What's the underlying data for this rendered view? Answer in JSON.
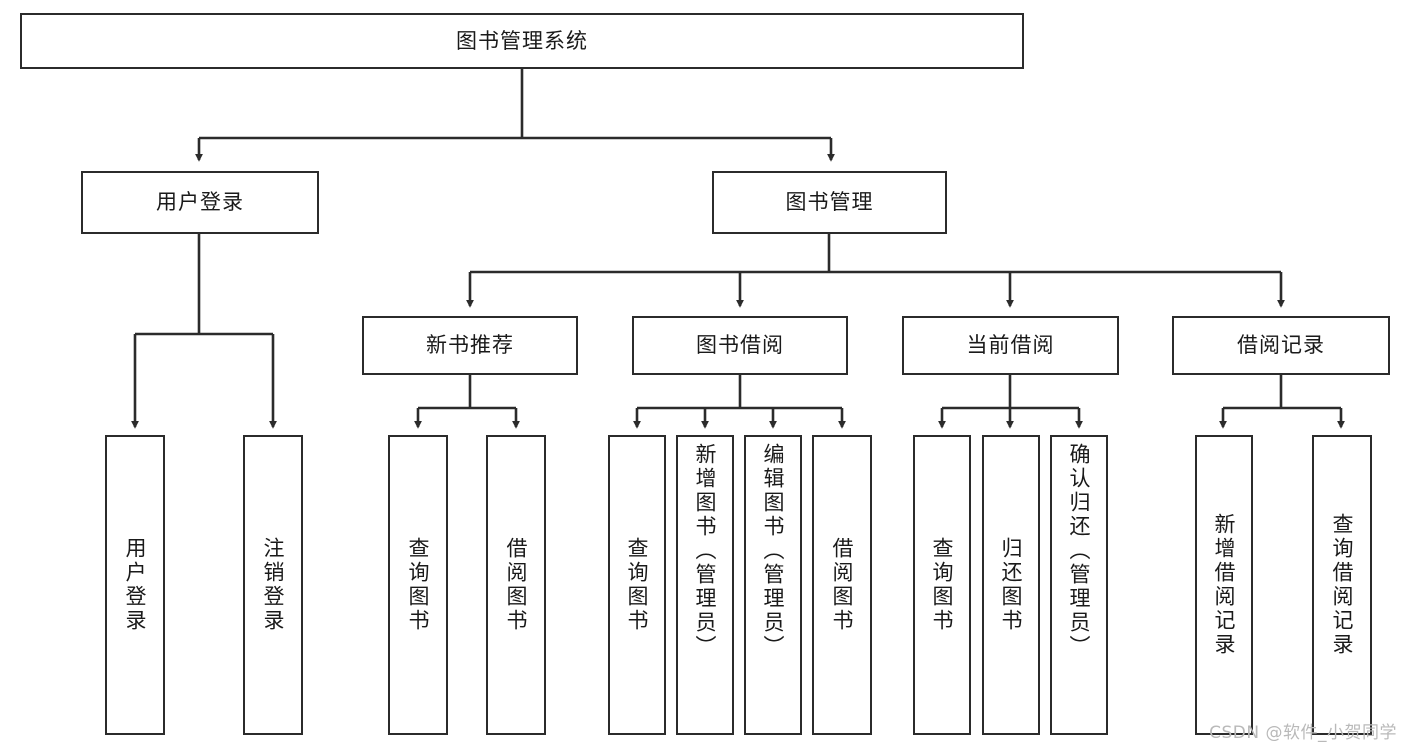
{
  "diagram": {
    "type": "tree-flowchart",
    "title": "图书管理系统",
    "watermark": "CSDN @软件_小贺同学",
    "colors": {
      "node_border": "#2b2b2b",
      "node_fill": "#ffffff",
      "edge": "#2b2b2b",
      "text": "#1a1a1a",
      "watermark": "#b9b9b9",
      "background": "#ffffff"
    },
    "root": {
      "label": "图书管理系统",
      "orientation": "horizontal"
    },
    "level2": [
      {
        "label": "用户登录",
        "orientation": "horizontal"
      },
      {
        "label": "图书管理",
        "orientation": "horizontal"
      }
    ],
    "level3": [
      {
        "label": "新书推荐",
        "orientation": "horizontal"
      },
      {
        "label": "图书借阅",
        "orientation": "horizontal"
      },
      {
        "label": "当前借阅",
        "orientation": "horizontal"
      },
      {
        "label": "借阅记录",
        "orientation": "horizontal"
      }
    ],
    "leaves": {
      "user_login": [
        {
          "label": "用户登录",
          "orientation": "vertical"
        },
        {
          "label": "注销登录",
          "orientation": "vertical"
        }
      ],
      "new_book_recommend": [
        {
          "label": "查询图书",
          "orientation": "vertical"
        },
        {
          "label": "借阅图书",
          "orientation": "vertical"
        }
      ],
      "book_borrow": [
        {
          "label": "查询图书",
          "orientation": "vertical"
        },
        {
          "label": "新增图书（管理员）",
          "orientation": "vertical"
        },
        {
          "label": "编辑图书（管理员）",
          "orientation": "vertical"
        },
        {
          "label": "借阅图书",
          "orientation": "vertical"
        }
      ],
      "current_borrow": [
        {
          "label": "查询图书",
          "orientation": "vertical"
        },
        {
          "label": "归还图书",
          "orientation": "vertical"
        },
        {
          "label": "确认归还（管理员）",
          "orientation": "vertical"
        }
      ],
      "borrow_record": [
        {
          "label": "新增借阅记录",
          "orientation": "vertical"
        },
        {
          "label": "查询借阅记录",
          "orientation": "vertical"
        }
      ]
    }
  }
}
